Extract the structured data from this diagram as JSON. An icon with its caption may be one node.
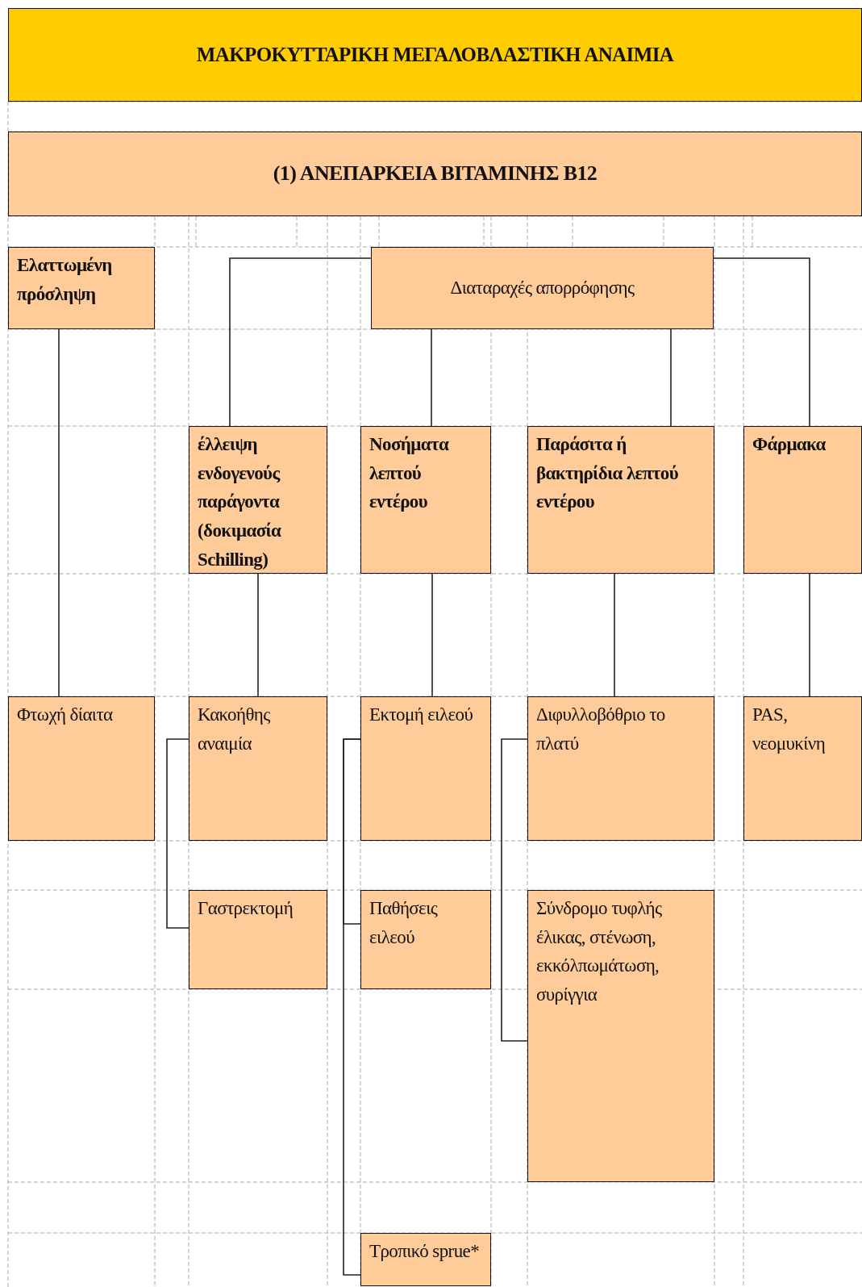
{
  "diagram": {
    "nodes": [
      {
        "text": [
          "ΜΑΚΡΟΚΥΤΤΑΡΙΚΗ ΜΕΓΑΛΟΒΛΑΣΤΙΚΗ ΑΝΑΙΜΙΑ"
        ]
      },
      {
        "text": [
          "(1) ΑΝΕΠΑΡΚΕΙΑ ΒΙΤΑΜΙΝΗΣ Β12"
        ]
      },
      {
        "text": [
          "Ελαττωμένη πρόσληψη"
        ]
      },
      {
        "text": [
          "Διαταραχές απορρόφησης"
        ]
      },
      {
        "text": [
          "έλλειψη ενδογενούς παράγοντα (δοκιμασία Schilling)"
        ]
      },
      {
        "text": [
          "Νοσήματα λεπτού εντέρου"
        ]
      },
      {
        "text": [
          "Παράσιτα ή βακτηρίδια λεπτού εντέρου"
        ]
      },
      {
        "text": [
          "Φάρμακα"
        ]
      },
      {
        "text": [
          "Φτωχή δίαιτα"
        ]
      },
      {
        "text": [
          "Κακοήθης αναιμία"
        ]
      },
      {
        "text": [
          "Εκτομή ειλεού"
        ]
      },
      {
        "text": [
          "Διφυλλοβόθριο το πλατύ"
        ]
      },
      {
        "text": [
          "PAS, νεομυκίνη"
        ]
      },
      {
        "text": [
          "Γαστρεκτομή"
        ]
      },
      {
        "text": [
          "Παθήσεις ειλεού"
        ]
      },
      {
        "text": [
          "Σύνδρομο τυφλής έλικας, στένωση, εκκόλπωμάτωση, συρίγγια"
        ]
      },
      {
        "text": [
          "Τροπικό sprue*"
        ]
      }
    ],
    "edges": [
      {
        "from": 3,
        "to": 4,
        "arrow": "none"
      },
      {
        "from": 3,
        "to": 5,
        "arrow": "none"
      },
      {
        "from": 3,
        "to": 6,
        "arrow": "none"
      },
      {
        "from": 3,
        "to": 7,
        "arrow": "none"
      },
      {
        "from": 2,
        "to": 8,
        "arrow": "none"
      },
      {
        "from": 4,
        "to": 9,
        "arrow": "none"
      },
      {
        "from": 5,
        "to": 10,
        "arrow": "none"
      },
      {
        "from": 6,
        "to": 11,
        "arrow": "none"
      },
      {
        "from": 7,
        "to": 12,
        "arrow": "none"
      },
      {
        "from": 9,
        "to": 13,
        "arrow": "none"
      },
      {
        "from": 10,
        "to": 14,
        "arrow": "none"
      },
      {
        "from": 10,
        "to": 16,
        "arrow": "none"
      },
      {
        "from": 11,
        "to": 15,
        "arrow": "none"
      }
    ]
  }
}
